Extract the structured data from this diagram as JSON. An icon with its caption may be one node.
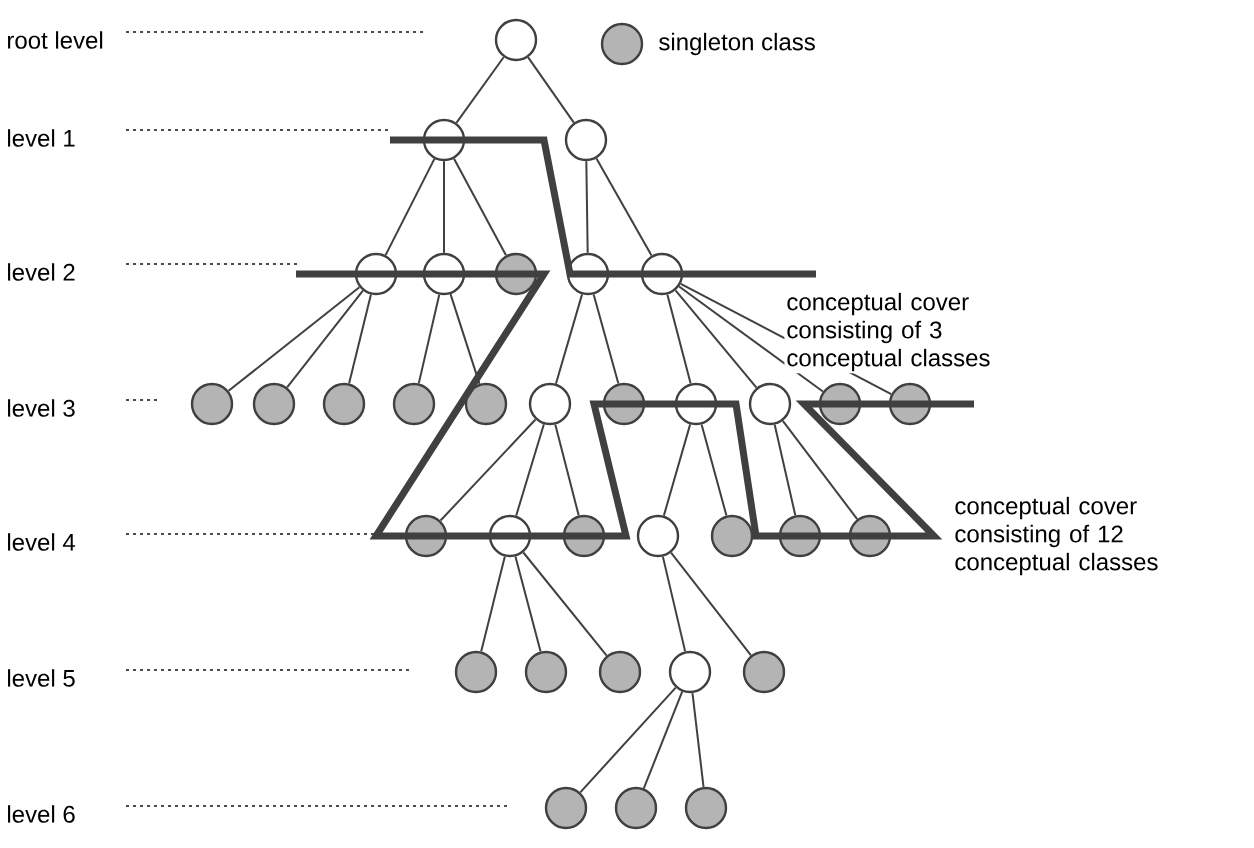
{
  "diagram": {
    "nodes": [
      {
        "text": [],
        "shape": "circle"
      },
      {
        "text": [],
        "shape": "circle"
      },
      {
        "text": [],
        "shape": "circle"
      },
      {
        "text": [],
        "shape": "circle"
      },
      {
        "text": [],
        "shape": "circle"
      },
      {
        "text": [],
        "shape": "circle"
      },
      {
        "text": [],
        "shape": "circle"
      },
      {
        "text": [],
        "shape": "circle"
      },
      {
        "text": [],
        "shape": "circle"
      },
      {
        "text": [],
        "shape": "circle"
      },
      {
        "text": [],
        "shape": "circle"
      },
      {
        "text": [],
        "shape": "circle"
      },
      {
        "text": [],
        "shape": "circle"
      },
      {
        "text": [],
        "shape": "circle"
      },
      {
        "text": [],
        "shape": "circle"
      },
      {
        "text": [],
        "shape": "circle"
      },
      {
        "text": [],
        "shape": "circle"
      },
      {
        "text": [],
        "shape": "circle"
      },
      {
        "text": [],
        "shape": "circle"
      },
      {
        "text": [],
        "shape": "circle"
      },
      {
        "text": [],
        "shape": "circle"
      },
      {
        "text": [],
        "shape": "circle"
      },
      {
        "text": [],
        "shape": "circle"
      },
      {
        "text": [],
        "shape": "circle"
      },
      {
        "text": [],
        "shape": "circle"
      },
      {
        "text": [],
        "shape": "circle"
      },
      {
        "text": [],
        "shape": "circle"
      },
      {
        "text": [],
        "shape": "circle"
      },
      {
        "text": [],
        "shape": "circle"
      },
      {
        "text": [],
        "shape": "circle"
      },
      {
        "text": [],
        "shape": "circle"
      },
      {
        "text": [],
        "shape": "circle"
      },
      {
        "text": [],
        "shape": "circle"
      },
      {
        "text": [],
        "shape": "circle"
      }
    ],
    "edges": [
      {
        "from": 0,
        "to": 1,
        "arrow": "none"
      },
      {
        "from": 0,
        "to": 2,
        "arrow": "none"
      },
      {
        "from": 1,
        "to": 3,
        "arrow": "none"
      },
      {
        "from": 1,
        "to": 4,
        "arrow": "none"
      },
      {
        "from": 1,
        "to": 5,
        "arrow": "none"
      },
      {
        "from": 2,
        "to": 6,
        "arrow": "none"
      },
      {
        "from": 2,
        "to": 7,
        "arrow": "none"
      },
      {
        "from": 3,
        "to": 8,
        "arrow": "none"
      },
      {
        "from": 3,
        "to": 9,
        "arrow": "none"
      },
      {
        "from": 3,
        "to": 10,
        "arrow": "none"
      },
      {
        "from": 4,
        "to": 11,
        "arrow": "none"
      },
      {
        "from": 4,
        "to": 12,
        "arrow": "none"
      },
      {
        "from": 6,
        "to": 13,
        "arrow": "none"
      },
      {
        "from": 6,
        "to": 14,
        "arrow": "none"
      },
      {
        "from": 7,
        "to": 15,
        "arrow": "none"
      },
      {
        "from": 7,
        "to": 16,
        "arrow": "none"
      },
      {
        "from": 7,
        "to": 17,
        "arrow": "none"
      },
      {
        "from": 7,
        "to": 18,
        "arrow": "none"
      },
      {
        "from": 13,
        "to": 19,
        "arrow": "none"
      },
      {
        "from": 13,
        "to": 20,
        "arrow": "none"
      },
      {
        "from": 13,
        "to": 21,
        "arrow": "none"
      },
      {
        "from": 15,
        "to": 22,
        "arrow": "none"
      },
      {
        "from": 15,
        "to": 23,
        "arrow": "none"
      },
      {
        "from": 16,
        "to": 24,
        "arrow": "none"
      },
      {
        "from": 16,
        "to": 25,
        "arrow": "none"
      },
      {
        "from": 20,
        "to": 26,
        "arrow": "none"
      },
      {
        "from": 20,
        "to": 27,
        "arrow": "none"
      },
      {
        "from": 20,
        "to": 28,
        "arrow": "none"
      },
      {
        "from": 22,
        "to": 29,
        "arrow": "none"
      },
      {
        "from": 22,
        "to": 30,
        "arrow": "none"
      },
      {
        "from": 29,
        "to": 31,
        "arrow": "none"
      },
      {
        "from": 29,
        "to": 32,
        "arrow": "none"
      },
      {
        "from": 29,
        "to": 33,
        "arrow": "none"
      }
    ],
    "labels": [
      "root level",
      "level 1",
      "level 2",
      "level 3",
      "level 4",
      "level 5",
      "level 6",
      "conceptual cover consisting of 3 conceptual classes",
      "conceptual cover consisting of 12 conceptual classes"
    ],
    "legend": [
      {
        "text": "singleton class",
        "color": "#b4b4b4"
      }
    ]
  }
}
